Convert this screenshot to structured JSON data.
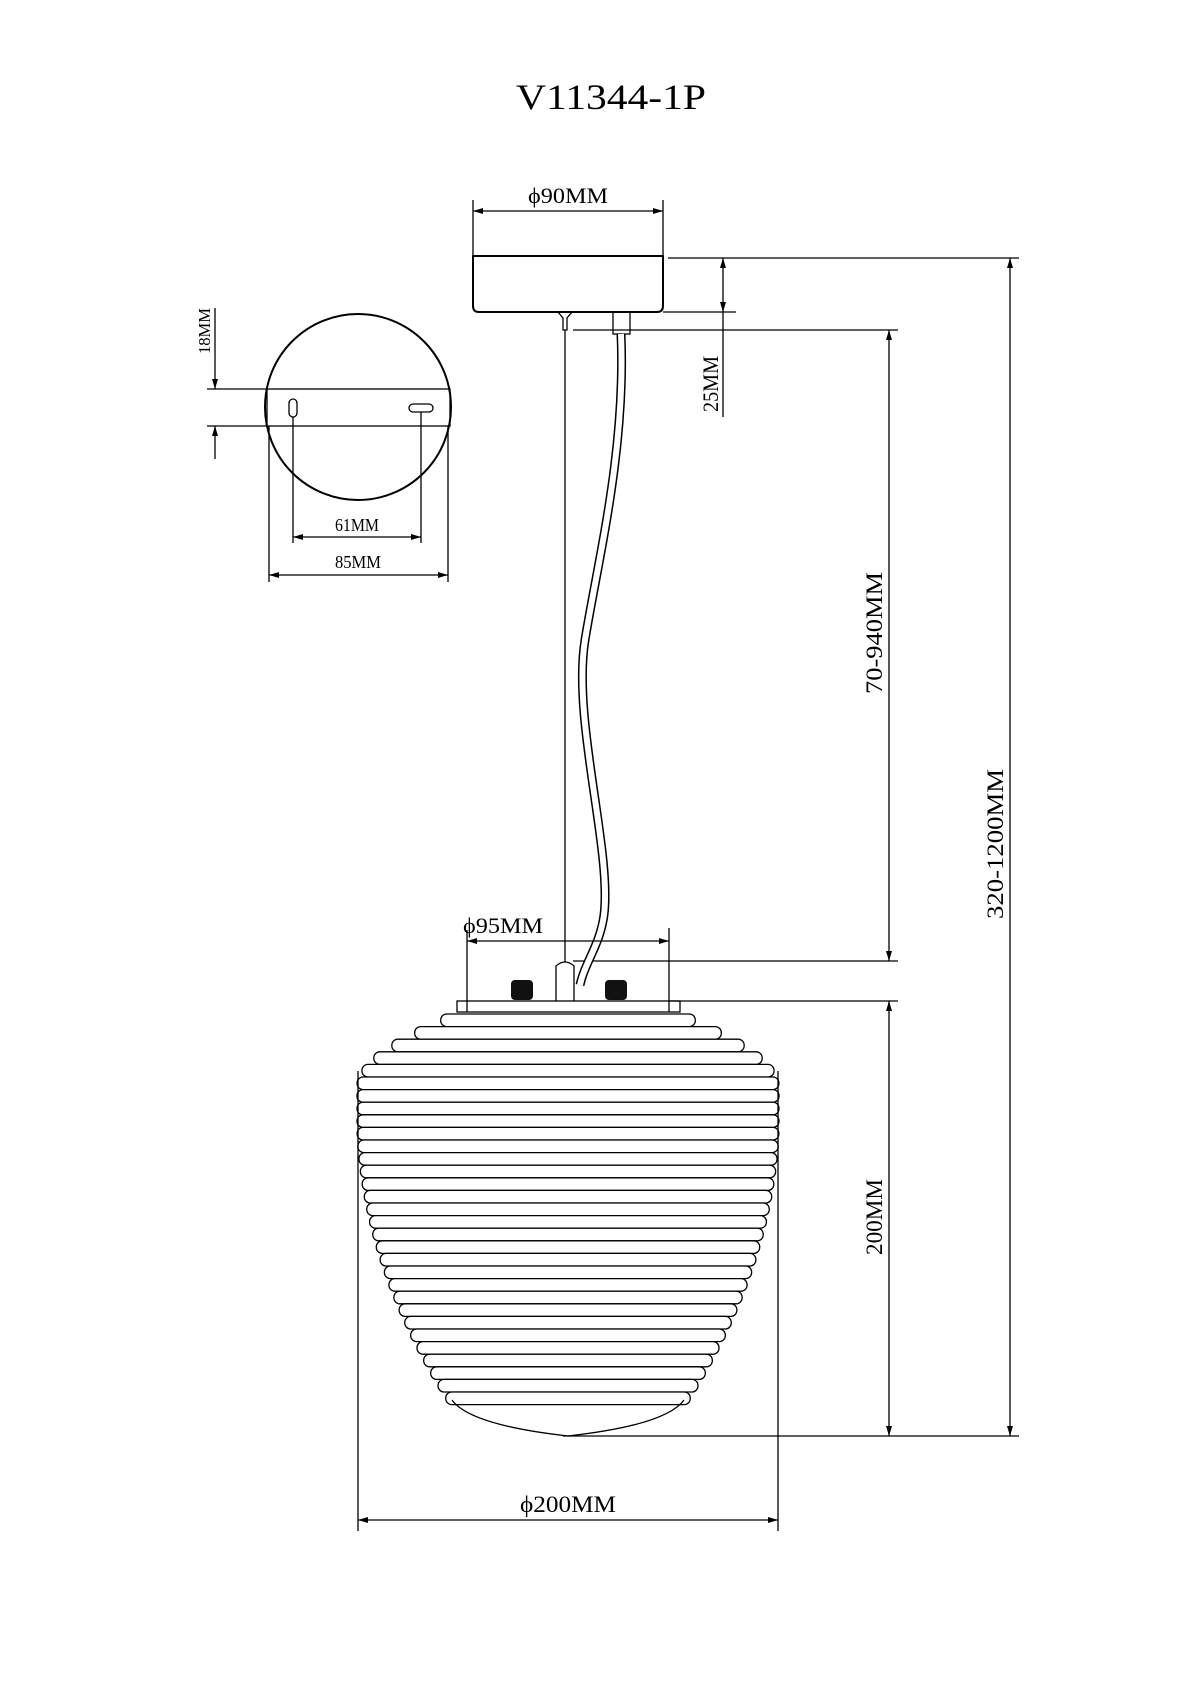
{
  "title": "V11344-1P",
  "dimensions": {
    "canopy_diameter": "ϕ90MM",
    "canopy_height": "25MM",
    "cable_length": "70-940MM",
    "overall_height": "320-1200MM",
    "socket_diameter": "ϕ95MM",
    "shade_height": "200MM",
    "shade_diameter": "ϕ200MM",
    "bracket_width": "18MM",
    "hole_spacing": "61MM",
    "plate_diameter": "85MM"
  },
  "colors": {
    "line": "#000000",
    "background": "#ffffff"
  }
}
